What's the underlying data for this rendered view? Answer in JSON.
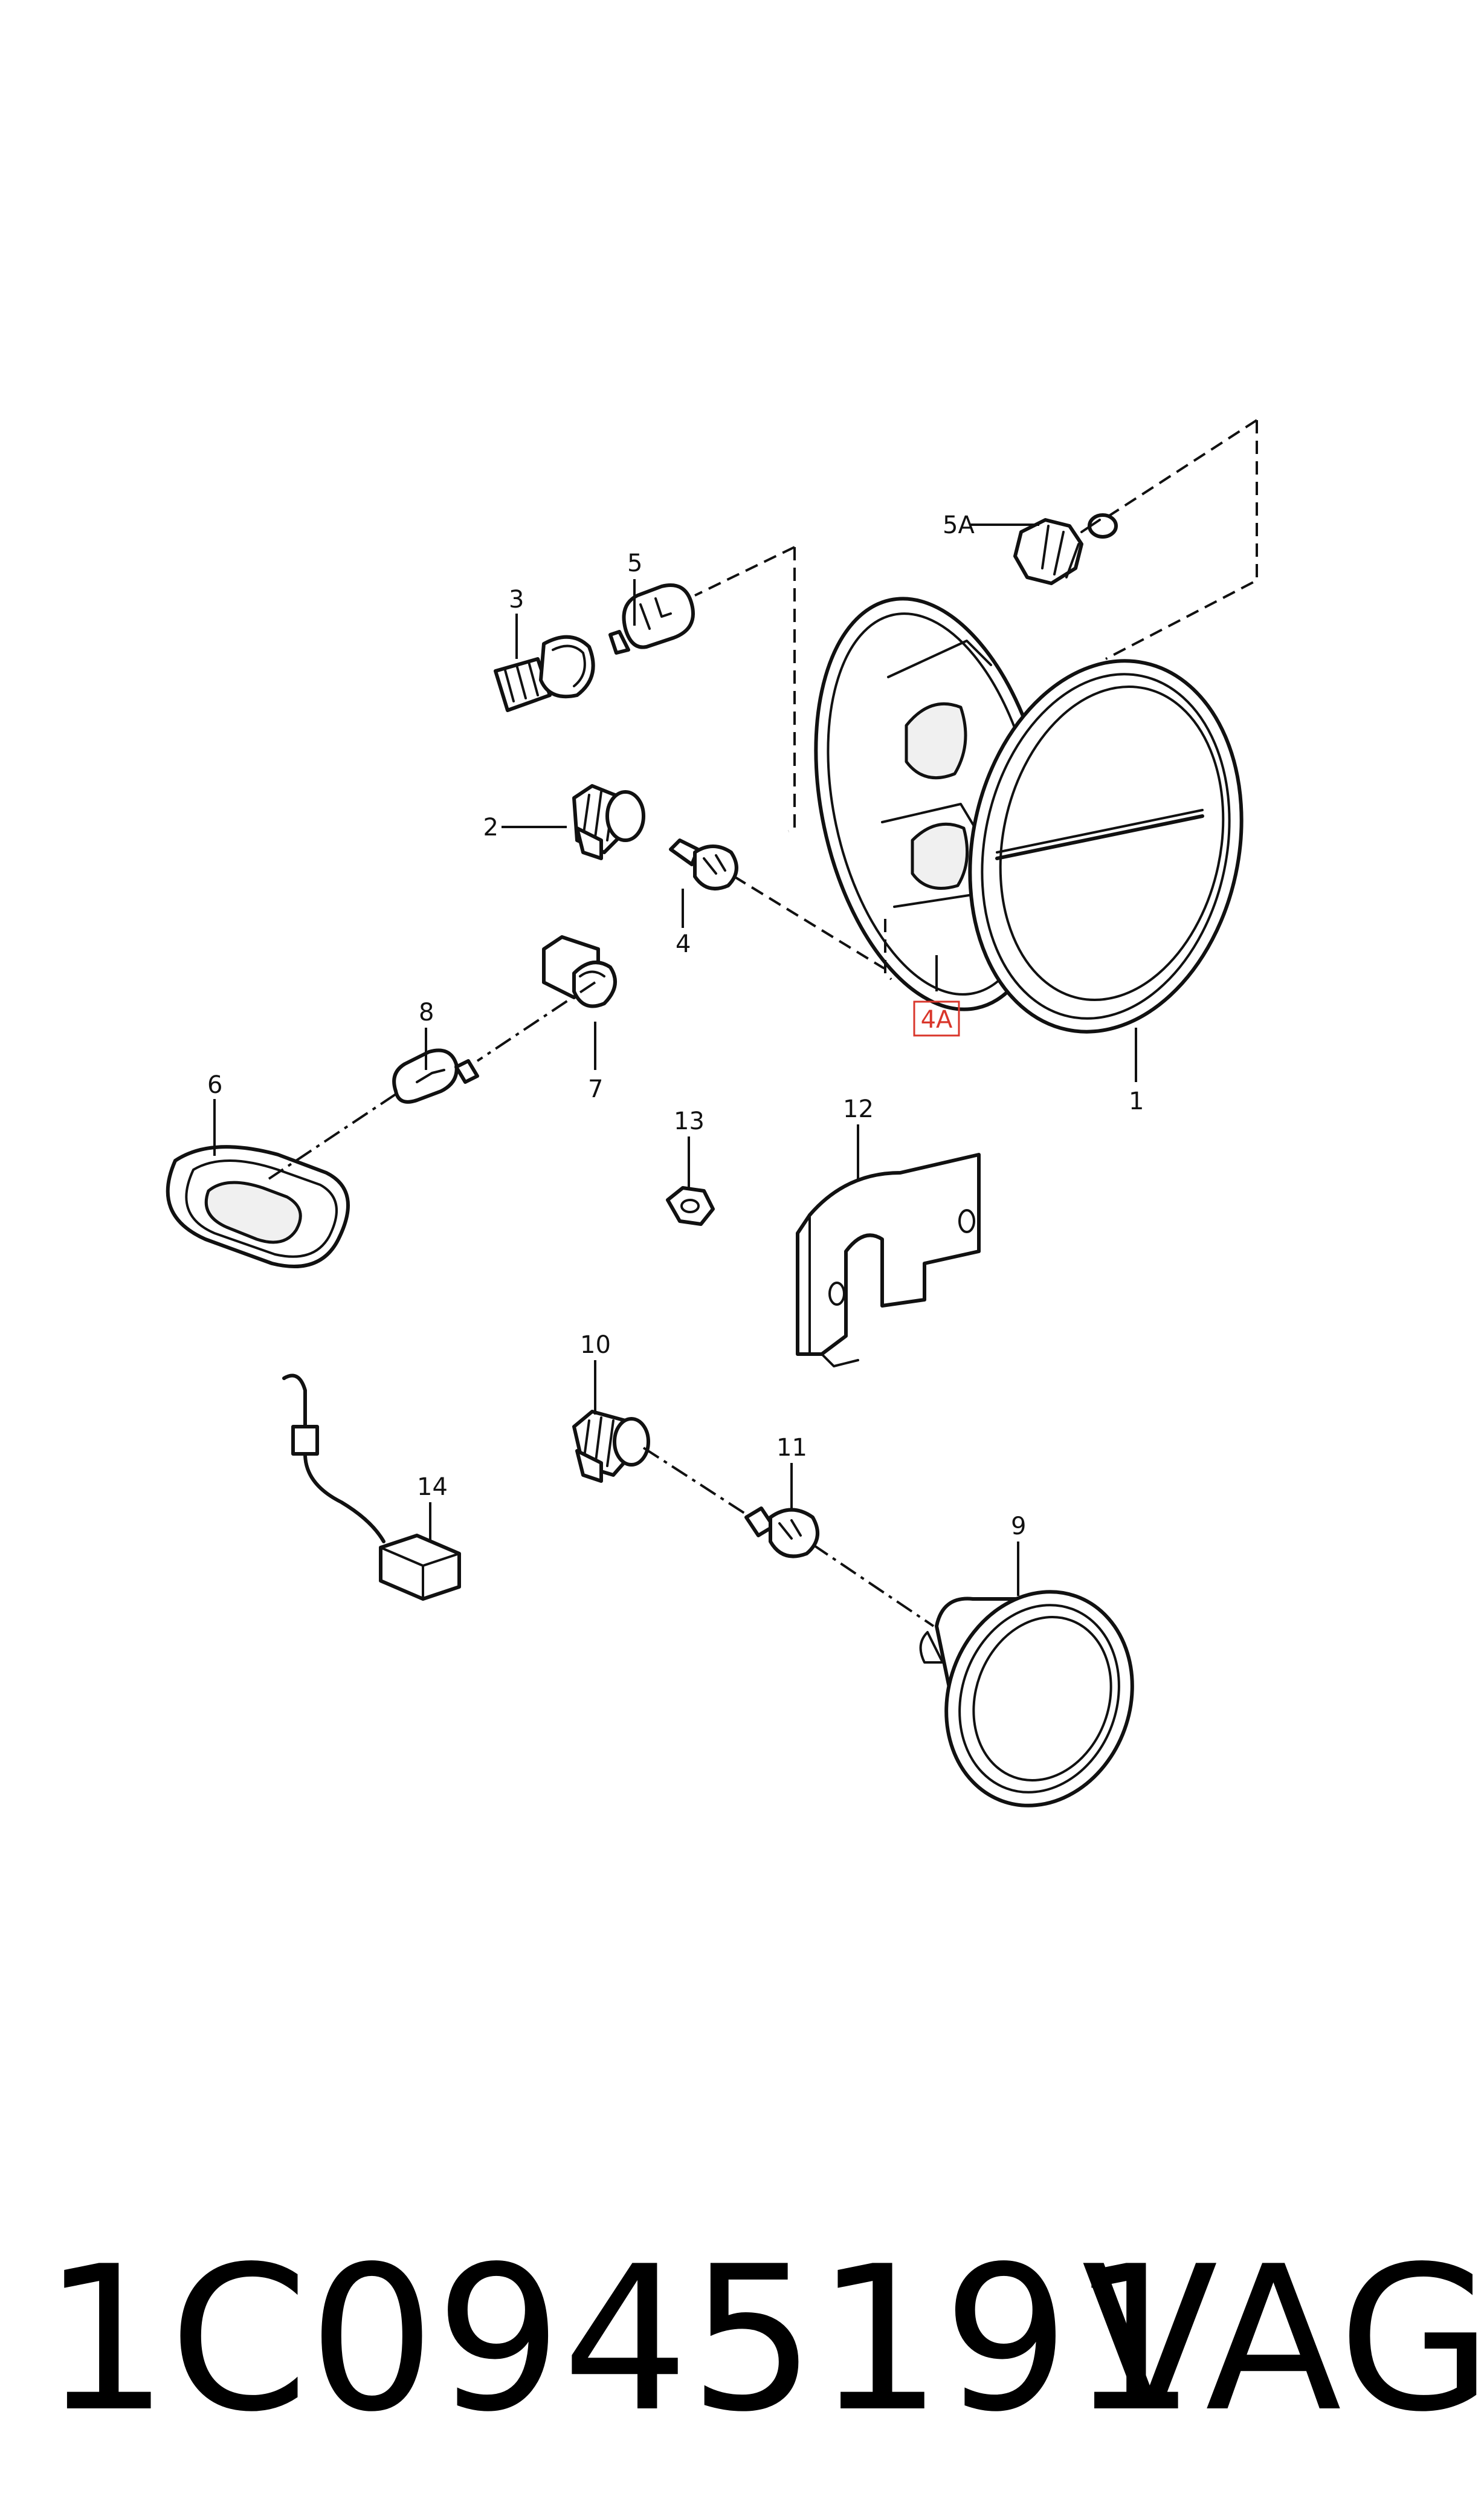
{
  "diagram": {
    "labels": {
      "l1": "1",
      "l2": "2",
      "l3": "3",
      "l4": "4",
      "l4a": "4A",
      "l5": "5",
      "l5a": "5A",
      "l6": "6",
      "l7": "7",
      "l8": "8",
      "l9": "9",
      "l10": "10",
      "l11": "11",
      "l12": "12",
      "l13": "13",
      "l14": "14"
    },
    "callout_color": "#d9362b"
  },
  "footer": {
    "part_number": "1C0945191",
    "brand": "VAG"
  }
}
